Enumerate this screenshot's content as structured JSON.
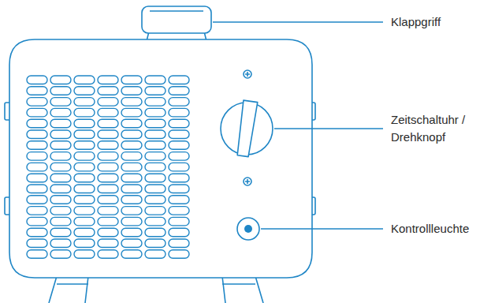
{
  "diagram": {
    "labels": [
      "Klappgriff",
      "Zeitschaltuhr / Drehknopf",
      "Kontrollleuchte"
    ]
  }
}
